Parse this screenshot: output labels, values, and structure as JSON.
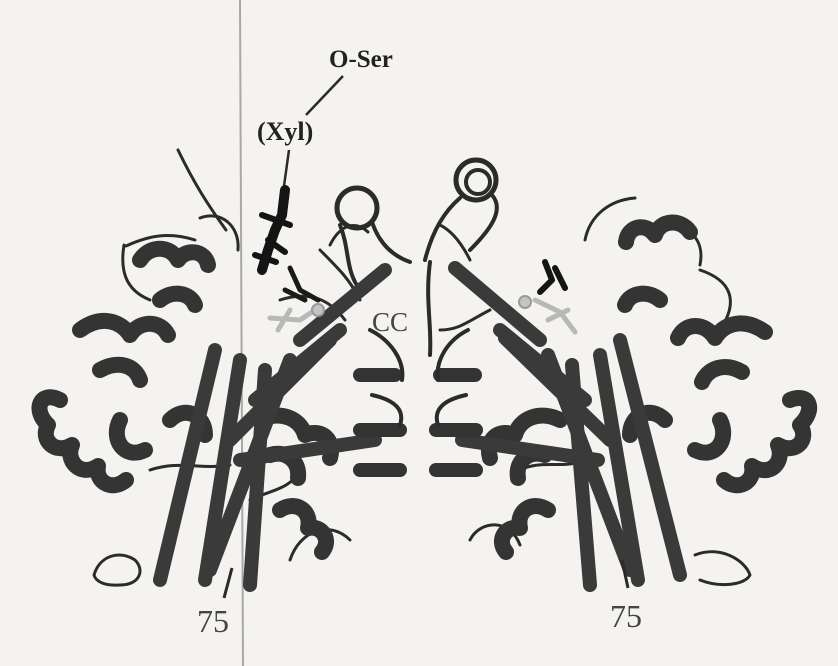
{
  "labels": {
    "o_ser": "O-Ser",
    "xyl": "(Xyl)",
    "cc": "CC",
    "residue_left": "75",
    "residue_right": "75"
  },
  "colors": {
    "background": "#f4f3ef",
    "ribbon": "#3a3a3a",
    "ribbon_edge": "#1e1e1e",
    "ligand_light": "#b9b9b9",
    "ligand_dark": "#161616",
    "crease": "#9a9a9a"
  }
}
